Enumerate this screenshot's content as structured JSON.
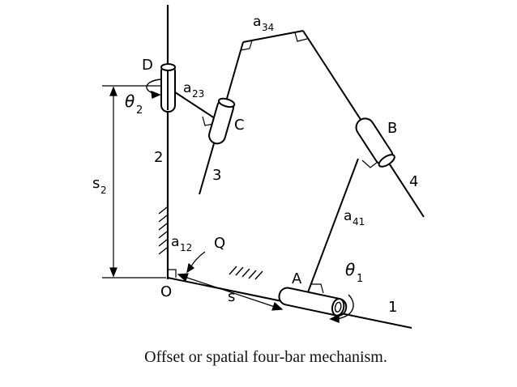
{
  "labels": {
    "D": "D",
    "theta2": "θ",
    "theta2_sub": "2",
    "a23": "a",
    "a23_sub": "23",
    "a34": "a",
    "a34_sub": "34",
    "C": "C",
    "B": "B",
    "link2": "2",
    "link3": "3",
    "link4": "4",
    "s2": "s",
    "s2_sub": "2",
    "a41": "a",
    "a41_sub": "41",
    "a12": "a",
    "a12_sub": "12",
    "Q": "Q",
    "A": "A",
    "theta1": "θ",
    "theta1_sub": "1",
    "O": "O",
    "s": "s",
    "link1": "1"
  },
  "caption": "Offset or spatial four-bar mechanism."
}
